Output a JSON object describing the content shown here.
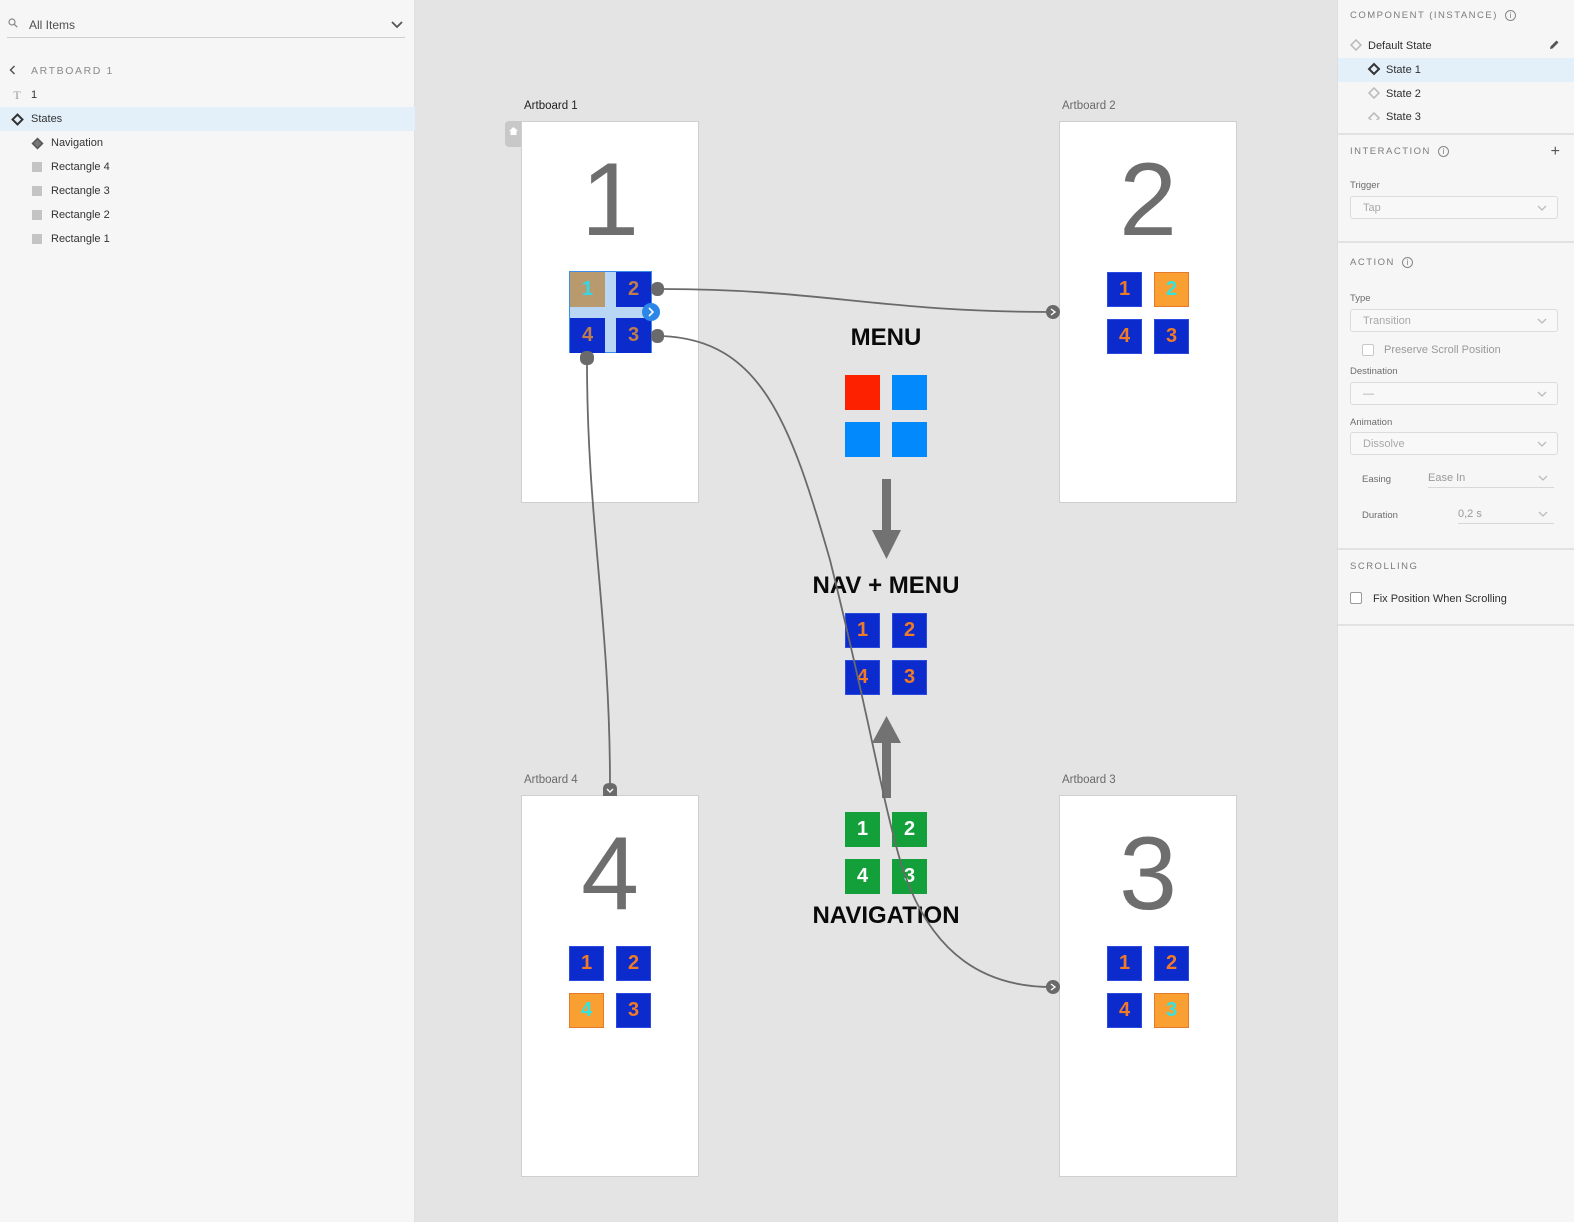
{
  "layers_panel": {
    "search": {
      "value": "All Items",
      "icon": "search-icon"
    },
    "breadcrumb": {
      "label": "ARTBOARD 1",
      "icon": "chevron-left-icon"
    },
    "items": [
      {
        "label": "1",
        "icon": "text-icon",
        "level": 0,
        "selected": false
      },
      {
        "label": "States",
        "icon": "component-icon",
        "level": 0,
        "selected": true
      },
      {
        "label": "Navigation",
        "icon": "component-instance-icon",
        "level": 1,
        "selected": false
      },
      {
        "label": "Rectangle 4",
        "icon": "rectangle-icon",
        "level": 1,
        "selected": false
      },
      {
        "label": "Rectangle 3",
        "icon": "rectangle-icon",
        "level": 1,
        "selected": false
      },
      {
        "label": "Rectangle 2",
        "icon": "rectangle-icon",
        "level": 1,
        "selected": false
      },
      {
        "label": "Rectangle 1",
        "icon": "rectangle-icon",
        "level": 1,
        "selected": false
      }
    ]
  },
  "canvas": {
    "artboards": [
      {
        "title": "Artboard 1",
        "number": "1",
        "active": true,
        "highlight_tile": "1"
      },
      {
        "title": "Artboard 2",
        "number": "2",
        "active": false,
        "highlight_tile": "2"
      },
      {
        "title": "Artboard 4",
        "number": "4",
        "active": false,
        "highlight_tile": "4"
      },
      {
        "title": "Artboard 3",
        "number": "3",
        "active": false,
        "highlight_tile": "3"
      }
    ],
    "nav_tiles": [
      "1",
      "2",
      "4",
      "3"
    ],
    "annotations": {
      "menu_label": "MENU",
      "nav_menu_label": "NAV + MENU",
      "navigation_label": "NAVIGATION"
    },
    "colors": {
      "tile_blue": "#0b2bcc",
      "tile_orange": "#fa9f32",
      "tile_green": "#13a03a",
      "menu_red": "#fe2100",
      "menu_blue": "#0289fb",
      "wire": "#6a6a6a",
      "selection": "#3a8ee8"
    }
  },
  "properties_panel": {
    "component": {
      "title": "COMPONENT (INSTANCE)",
      "states": [
        {
          "label": "Default State",
          "selected": false,
          "icon": "state-diamond-icon"
        },
        {
          "label": "State 1",
          "selected": true,
          "icon": "state-diamond-icon"
        },
        {
          "label": "State 2",
          "selected": false,
          "icon": "state-diamond-icon"
        },
        {
          "label": "State 3",
          "selected": false,
          "icon": "state-diamond-icon"
        }
      ]
    },
    "interaction": {
      "title": "INTERACTION",
      "trigger_label": "Trigger",
      "trigger_value": "Tap"
    },
    "action": {
      "title": "ACTION",
      "type_label": "Type",
      "type_value": "Transition",
      "preserve_scroll_label": "Preserve Scroll Position",
      "preserve_scroll_checked": false,
      "destination_label": "Destination",
      "destination_value": "—",
      "animation_label": "Animation",
      "animation_value": "Dissolve",
      "easing_label": "Easing",
      "easing_value": "Ease In",
      "duration_label": "Duration",
      "duration_value": "0,2 s"
    },
    "scrolling": {
      "title": "SCROLLING",
      "fix_position_label": "Fix Position When Scrolling",
      "fix_position_checked": false
    }
  }
}
